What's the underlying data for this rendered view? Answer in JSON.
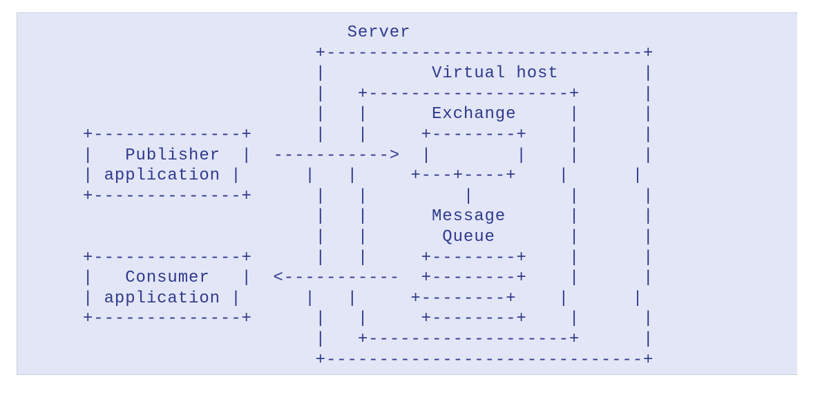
{
  "diagram": {
    "lines": [
      "                         Server",
      "          +-----------------------------+",
      "          |      Virtual host           |",
      "          |   +-------------------+     |",
      "          |   |      Exchange     |     |",
      "+-------------+ |   |     +-------+     |     |",
      "| Publisher | ---------> |     |     |     |",
      "| application |   |   |     +---+---+     |     |",
      "+-------------+ |   |         |         |     |",
      "          |   |      Message      |     |",
      "          |   |       Queue       |     |",
      "+-------------+ |   |     +-------+     |     |",
      "| Consumer  | <--------- +-------+     |     |",
      "| application |   |   |     +-------+     |     |",
      "+-------------+ |   |     +-------+     |     |",
      "          |   +-------------------+     |",
      "          +-----------------------------+"
    ],
    "labels": {
      "server": "Server",
      "virtual_host": "Virtual host",
      "exchange": "Exchange",
      "publisher_1": "Publisher",
      "publisher_2": "application",
      "message_queue_1": "Message",
      "message_queue_2": "Queue",
      "consumer_1": "Consumer",
      "consumer_2": "application"
    }
  },
  "colors": {
    "panel_background": "#e3e6f7",
    "text": "#2f3a8c"
  }
}
